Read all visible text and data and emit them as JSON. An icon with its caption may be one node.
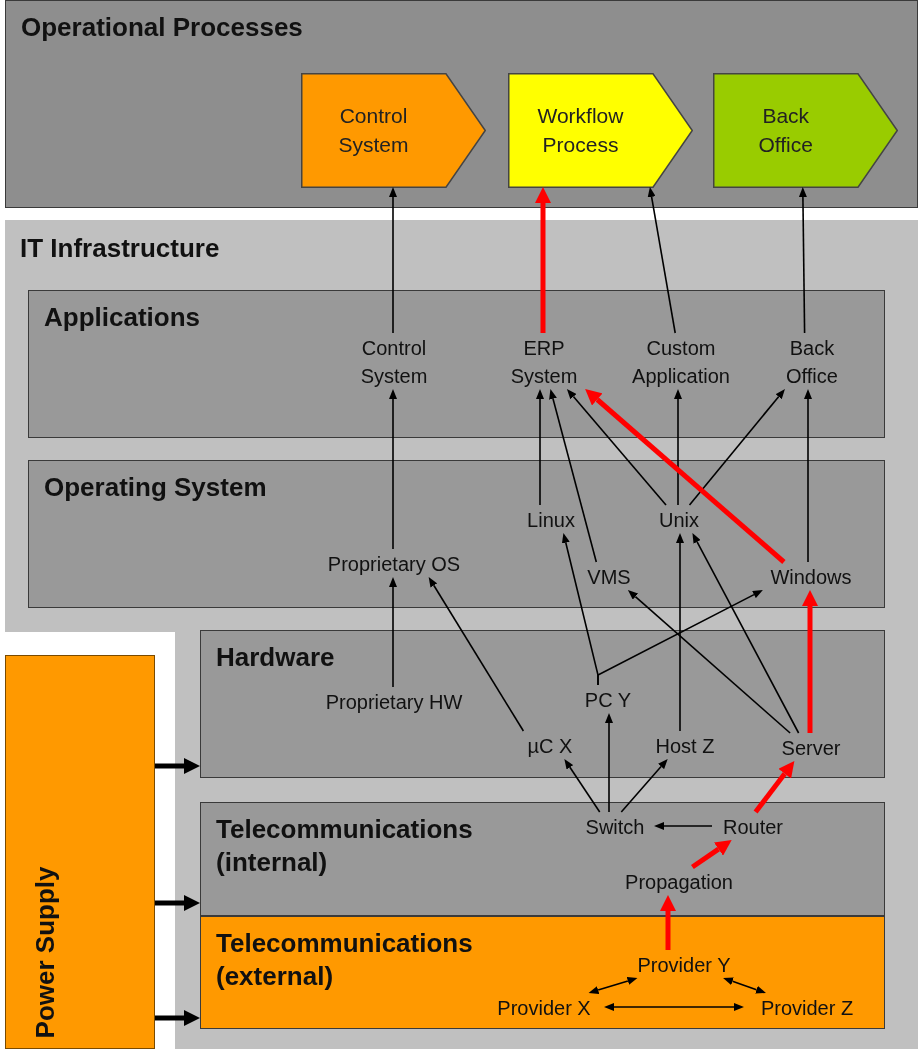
{
  "diagram": {
    "nodes": [
      {
        "text": [
          "Operational Processes"
        ]
      },
      {
        "text": [
          "Control System"
        ],
        "in": 0
      },
      {
        "text": [
          "Workflow Process"
        ],
        "in": 0
      },
      {
        "text": [
          "Back Office"
        ],
        "in": 0
      },
      {
        "text": [
          "IT Infrastructure"
        ]
      },
      {
        "text": [
          "Applications"
        ],
        "in": 4
      },
      {
        "text": [
          "Control System"
        ],
        "in": 5
      },
      {
        "text": [
          "ERP System"
        ],
        "in": 5
      },
      {
        "text": [
          "Custom Application"
        ],
        "in": 5
      },
      {
        "text": [
          "Back Office"
        ],
        "in": 5
      },
      {
        "text": [
          "Operating System"
        ],
        "in": 4
      },
      {
        "text": [
          "Linux"
        ],
        "in": 10
      },
      {
        "text": [
          "Unix"
        ],
        "in": 10
      },
      {
        "text": [
          "Proprietary OS"
        ],
        "in": 10
      },
      {
        "text": [
          "VMS"
        ],
        "in": 10
      },
      {
        "text": [
          "Windows"
        ],
        "in": 10
      },
      {
        "text": [
          "Hardware"
        ],
        "in": 4
      },
      {
        "text": [
          "Proprietary HW"
        ],
        "in": 16
      },
      {
        "text": [
          "PC Y"
        ],
        "in": 16
      },
      {
        "text": [
          "µC X"
        ],
        "in": 16
      },
      {
        "text": [
          "Host Z"
        ],
        "in": 16
      },
      {
        "text": [
          "Server"
        ],
        "in": 16
      },
      {
        "text": [
          "Telecommunications (internal)"
        ],
        "in": 4
      },
      {
        "text": [
          "Switch"
        ],
        "in": 22
      },
      {
        "text": [
          "Router"
        ],
        "in": 22
      },
      {
        "text": [
          "Propagation"
        ],
        "in": 22
      },
      {
        "text": [
          "Telecommunications (external)"
        ],
        "in": 4
      },
      {
        "text": [
          "Provider Y"
        ],
        "in": 26
      },
      {
        "text": [
          "Provider X"
        ],
        "in": 26
      },
      {
        "text": [
          "Provider Z"
        ],
        "in": 26
      },
      {
        "text": [
          "Power Supply"
        ]
      }
    ],
    "edges": [
      {
        "from": 6,
        "to": 1,
        "arrow": "to"
      },
      {
        "from": 7,
        "to": 2,
        "arrow": "to",
        "style": "thick",
        "color": "#ff0000"
      },
      {
        "from": 8,
        "to": 2,
        "arrow": "to"
      },
      {
        "from": 9,
        "to": 3,
        "arrow": "to"
      },
      {
        "from": 13,
        "to": 6,
        "arrow": "to"
      },
      {
        "from": 11,
        "to": 7,
        "arrow": "to"
      },
      {
        "from": 14,
        "to": 7,
        "arrow": "to"
      },
      {
        "from": 12,
        "to": 7,
        "arrow": "to"
      },
      {
        "from": 12,
        "to": 8,
        "arrow": "to"
      },
      {
        "from": 12,
        "to": 9,
        "arrow": "to"
      },
      {
        "from": 15,
        "to": 9,
        "arrow": "to"
      },
      {
        "from": 15,
        "to": 7,
        "arrow": "to",
        "style": "thick",
        "color": "#ff0000"
      },
      {
        "from": 17,
        "to": 13,
        "arrow": "to"
      },
      {
        "from": 19,
        "to": 13,
        "arrow": "to"
      },
      {
        "from": 18,
        "to": 11,
        "arrow": "to"
      },
      {
        "from": 18,
        "to": 15,
        "arrow": "to"
      },
      {
        "from": 20,
        "to": 12,
        "arrow": "to"
      },
      {
        "from": 21,
        "to": 12,
        "arrow": "to"
      },
      {
        "from": 21,
        "to": 14,
        "arrow": "to"
      },
      {
        "from": 21,
        "to": 15,
        "arrow": "to",
        "style": "thick",
        "color": "#ff0000"
      },
      {
        "from": 23,
        "to": 19,
        "arrow": "to"
      },
      {
        "from": 23,
        "to": 18,
        "arrow": "to"
      },
      {
        "from": 23,
        "to": 20,
        "arrow": "to"
      },
      {
        "from": 24,
        "to": 23,
        "arrow": "to"
      },
      {
        "from": 24,
        "to": 21,
        "arrow": "to",
        "style": "thick",
        "color": "#ff0000"
      },
      {
        "from": 25,
        "to": 24,
        "arrow": "to",
        "style": "thick",
        "color": "#ff0000"
      },
      {
        "from": 27,
        "to": 25,
        "arrow": "to",
        "style": "thick",
        "color": "#ff0000"
      },
      {
        "from": 28,
        "to": 27,
        "arrow": "both"
      },
      {
        "from": 27,
        "to": 29,
        "arrow": "both"
      },
      {
        "from": 28,
        "to": 29,
        "arrow": "both"
      },
      {
        "from": 30,
        "to": 16,
        "arrow": "to",
        "style": "thick"
      },
      {
        "from": 30,
        "to": 22,
        "arrow": "to",
        "style": "thick"
      },
      {
        "from": 30,
        "to": 26,
        "arrow": "to",
        "style": "thick"
      }
    ]
  }
}
